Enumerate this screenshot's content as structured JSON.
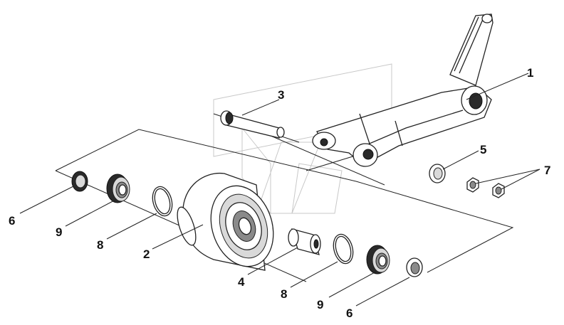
{
  "diagram": {
    "callouts": [
      {
        "id": "c1",
        "text": "1"
      },
      {
        "id": "c2",
        "text": "2"
      },
      {
        "id": "c3",
        "text": "3"
      },
      {
        "id": "c4",
        "text": "4"
      },
      {
        "id": "c5",
        "text": "5"
      },
      {
        "id": "c6a",
        "text": "6"
      },
      {
        "id": "c6b",
        "text": "6"
      },
      {
        "id": "c7",
        "text": "7"
      },
      {
        "id": "c8a",
        "text": "8"
      },
      {
        "id": "c8b",
        "text": "8"
      },
      {
        "id": "c9a",
        "text": "9"
      },
      {
        "id": "c9b",
        "text": "9"
      }
    ]
  }
}
